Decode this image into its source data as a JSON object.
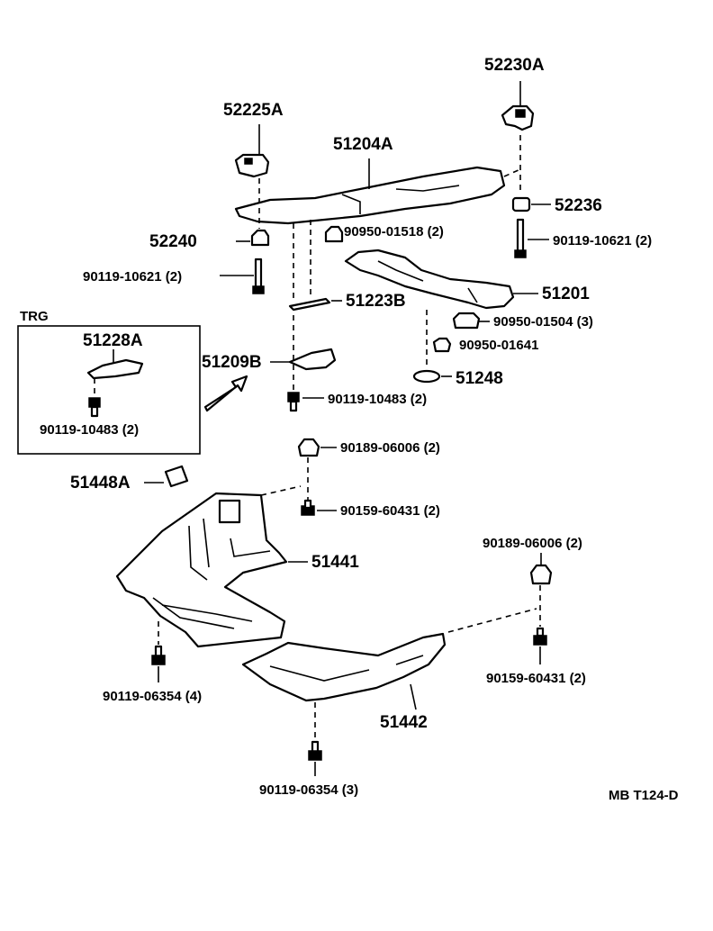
{
  "labels": {
    "p52230A": "52230A",
    "p52225A": "52225A",
    "p51204A": "51204A",
    "p52236": "52236",
    "p52240": "52240",
    "p90950_01518": "90950-01518 (2)",
    "p90119_10621_r": "90119-10621 (2)",
    "p90119_10621_l": "90119-10621 (2)",
    "p51201": "51201",
    "p51223B": "51223B",
    "p90950_01504": "90950-01504 (3)",
    "p90950_01641": "90950-01641",
    "trg": "TRG",
    "p51228A": "51228A",
    "p51209B": "51209B",
    "p51248": "51248",
    "p90119_10483_box": "90119-10483 (2)",
    "p90119_10483": "90119-10483 (2)",
    "p90189_06006_a": "90189-06006 (2)",
    "p51448A": "51448A",
    "p90159_60431_a": "90159-60431 (2)",
    "p51441": "51441",
    "p90189_06006_b": "90189-06006 (2)",
    "p90119_06354_4": "90119-06354 (4)",
    "p90159_60431_b": "90159-60431 (2)",
    "p51442": "51442",
    "p90119_06354_3": "90119-06354 (3)",
    "ref": "MB T124-D"
  }
}
